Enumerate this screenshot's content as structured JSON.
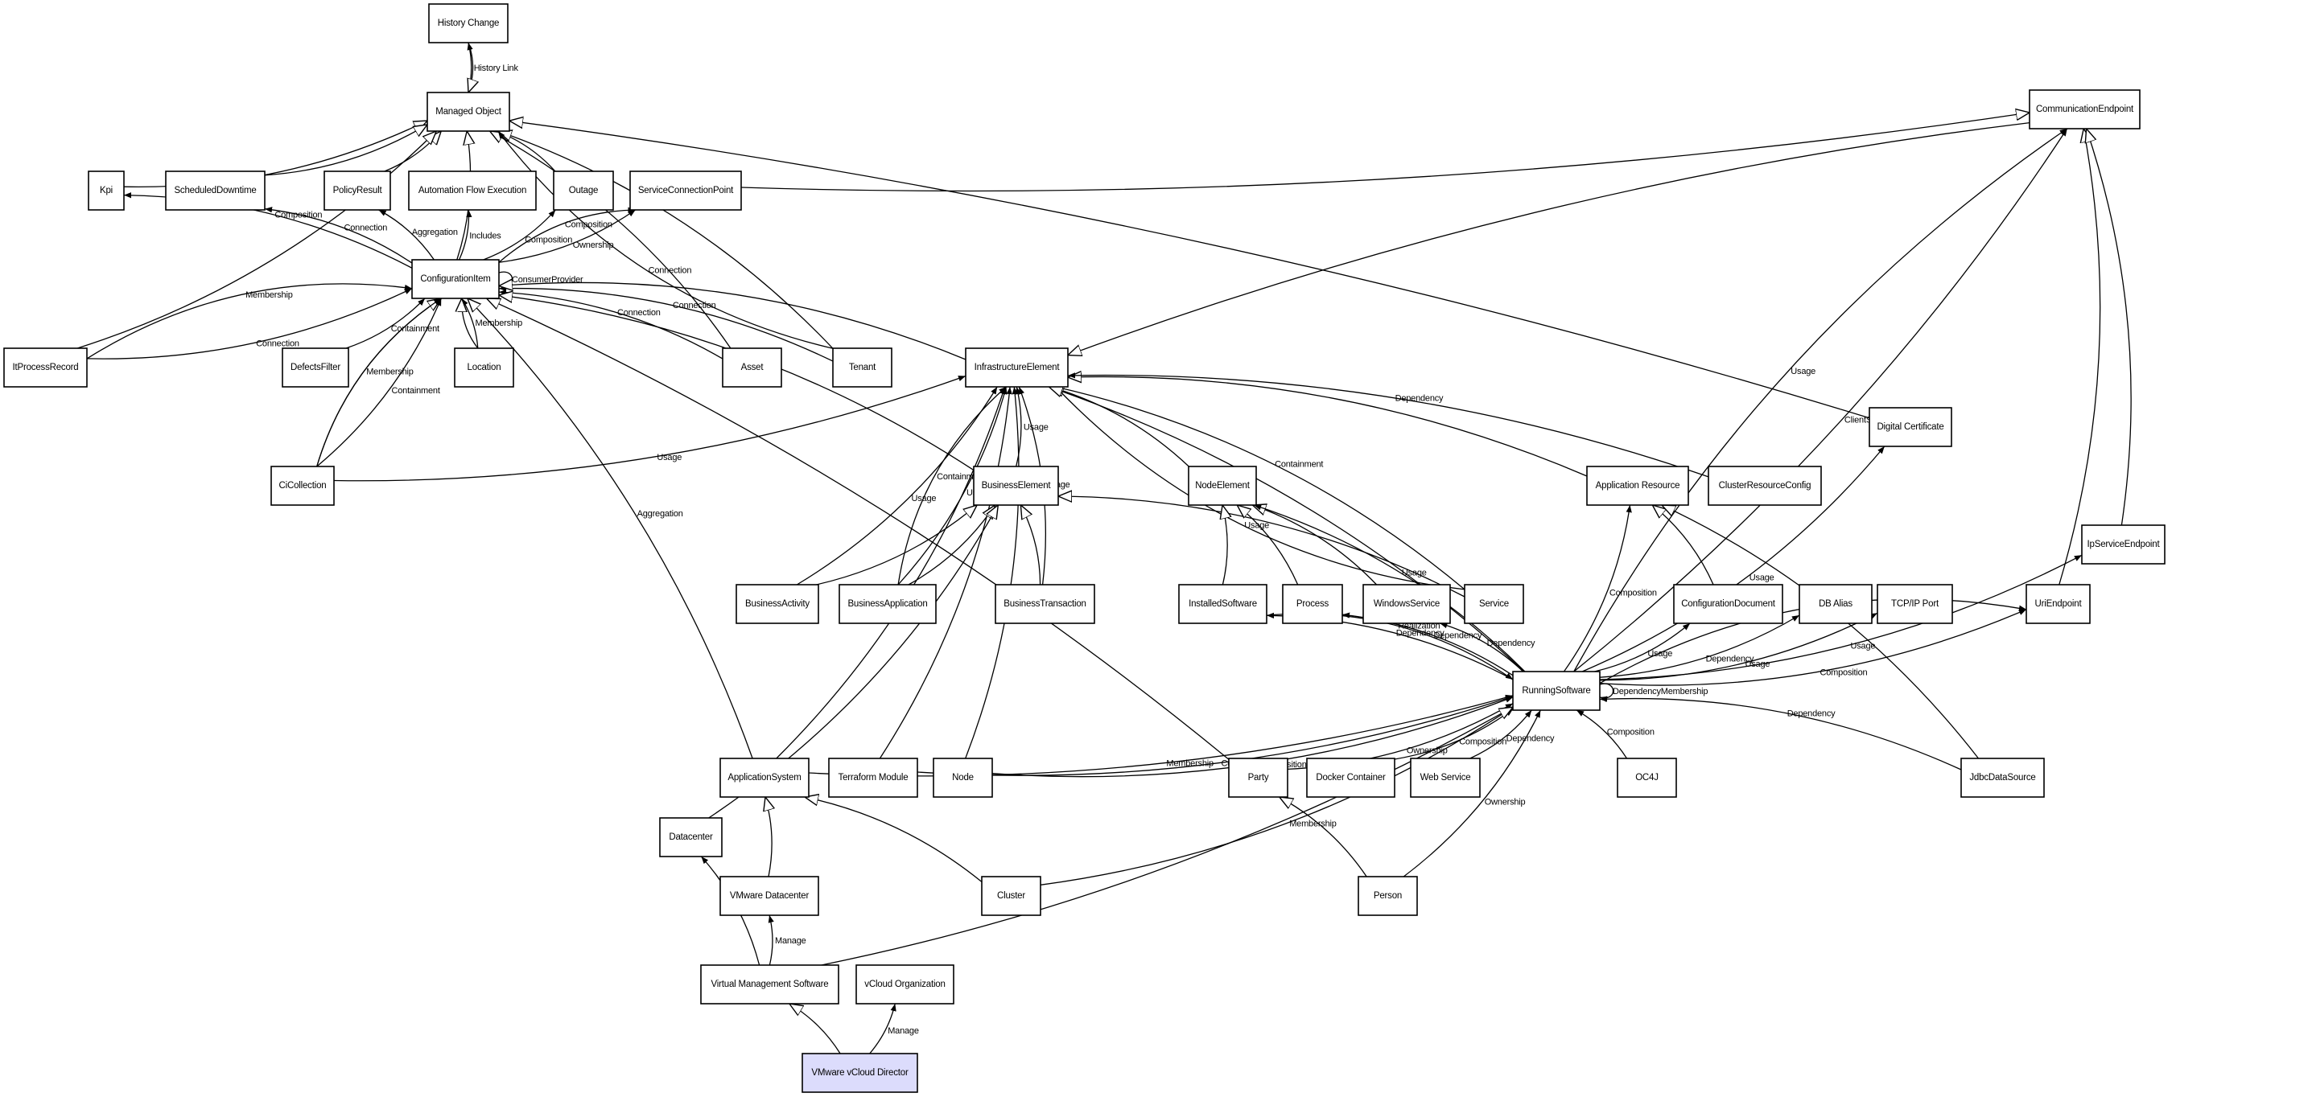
{
  "diagram": {
    "title": "VMware vCloud Director class relationships",
    "highlight_color": "#dcdcfc",
    "nodes": [
      {
        "id": "history_change",
        "label": "History Change"
      },
      {
        "id": "managed_object",
        "label": "Managed Object"
      },
      {
        "id": "kpi",
        "label": "Kpi"
      },
      {
        "id": "scheduled_downtime",
        "label": "ScheduledDowntime"
      },
      {
        "id": "policy_result",
        "label": "PolicyResult"
      },
      {
        "id": "automation_flow_execution",
        "label": "Automation Flow Execution"
      },
      {
        "id": "outage",
        "label": "Outage"
      },
      {
        "id": "service_connection_point",
        "label": "ServiceConnectionPoint"
      },
      {
        "id": "communication_endpoint",
        "label": "CommunicationEndpoint"
      },
      {
        "id": "configuration_item",
        "label": "ConfigurationItem"
      },
      {
        "id": "it_process_record",
        "label": "ItProcessRecord"
      },
      {
        "id": "defects_filter",
        "label": "DefectsFilter"
      },
      {
        "id": "location",
        "label": "Location"
      },
      {
        "id": "asset",
        "label": "Asset"
      },
      {
        "id": "tenant",
        "label": "Tenant"
      },
      {
        "id": "infrastructure_element",
        "label": "InfrastructureElement"
      },
      {
        "id": "digital_certificate",
        "label": "Digital Certificate"
      },
      {
        "id": "ci_collection",
        "label": "CiCollection"
      },
      {
        "id": "business_element",
        "label": "BusinessElement"
      },
      {
        "id": "node_element",
        "label": "NodeElement"
      },
      {
        "id": "application_resource",
        "label": "Application Resource"
      },
      {
        "id": "cluster_resource_config",
        "label": "ClusterResourceConfig"
      },
      {
        "id": "ip_service_endpoint",
        "label": "IpServiceEndpoint"
      },
      {
        "id": "business_activity",
        "label": "BusinessActivity"
      },
      {
        "id": "business_application",
        "label": "BusinessApplication"
      },
      {
        "id": "business_transaction",
        "label": "BusinessTransaction"
      },
      {
        "id": "installed_software",
        "label": "InstalledSoftware"
      },
      {
        "id": "process",
        "label": "Process"
      },
      {
        "id": "windows_service",
        "label": "WindowsService"
      },
      {
        "id": "service",
        "label": "Service"
      },
      {
        "id": "configuration_document",
        "label": "ConfigurationDocument"
      },
      {
        "id": "db_alias",
        "label": "DB Alias"
      },
      {
        "id": "tcpip_port",
        "label": "TCP/IP Port"
      },
      {
        "id": "uri_endpoint",
        "label": "UriEndpoint"
      },
      {
        "id": "running_software",
        "label": "RunningSoftware"
      },
      {
        "id": "application_system",
        "label": "ApplicationSystem"
      },
      {
        "id": "terraform_module",
        "label": "Terraform Module"
      },
      {
        "id": "node",
        "label": "Node"
      },
      {
        "id": "party",
        "label": "Party"
      },
      {
        "id": "docker_container",
        "label": "Docker Container"
      },
      {
        "id": "web_service",
        "label": "Web Service"
      },
      {
        "id": "oc4j",
        "label": "OC4J"
      },
      {
        "id": "jdbc_data_source",
        "label": "JdbcDataSource"
      },
      {
        "id": "datacenter",
        "label": "Datacenter"
      },
      {
        "id": "vmware_datacenter",
        "label": "VMware Datacenter"
      },
      {
        "id": "cluster",
        "label": "Cluster"
      },
      {
        "id": "person",
        "label": "Person"
      },
      {
        "id": "virtual_management_software",
        "label": "Virtual Management Software"
      },
      {
        "id": "vcloud_organization",
        "label": "vCloud Organization"
      },
      {
        "id": "vmware_vcloud_director",
        "label": "VMware vCloud Director",
        "highlight": true
      }
    ],
    "edges": [
      {
        "from": "managed_object",
        "to": "history_change",
        "label": "History Link",
        "kind": "assoc"
      },
      {
        "from": "history_change",
        "to": "managed_object",
        "label": "",
        "kind": "inherit"
      },
      {
        "from": "kpi",
        "to": "managed_object",
        "label": "",
        "kind": "inherit"
      },
      {
        "from": "scheduled_downtime",
        "to": "managed_object",
        "label": "",
        "kind": "inherit"
      },
      {
        "from": "policy_result",
        "to": "managed_object",
        "label": "",
        "kind": "inherit"
      },
      {
        "from": "outage",
        "to": "managed_object",
        "label": "",
        "kind": "inherit"
      },
      {
        "from": "it_process_record",
        "to": "managed_object",
        "label": "",
        "kind": "inherit"
      },
      {
        "from": "configuration_item",
        "to": "managed_object",
        "label": "",
        "kind": "inherit"
      },
      {
        "from": "asset",
        "to": "managed_object",
        "label": "",
        "kind": "inherit"
      },
      {
        "from": "tenant",
        "to": "managed_object",
        "label": "",
        "kind": "inherit"
      },
      {
        "from": "digital_certificate",
        "to": "managed_object",
        "label": "",
        "kind": "inherit"
      },
      {
        "from": "service_connection_point",
        "to": "communication_endpoint",
        "label": "",
        "kind": "inherit"
      },
      {
        "from": "communication_endpoint",
        "to": "infrastructure_element",
        "label": "",
        "kind": "inherit"
      },
      {
        "from": "configuration_item",
        "to": "kpi",
        "label": "Composition",
        "kind": "assoc"
      },
      {
        "from": "configuration_item",
        "to": "scheduled_downtime",
        "label": "Connection",
        "kind": "assoc"
      },
      {
        "from": "configuration_item",
        "to": "policy_result",
        "label": "Aggregation",
        "kind": "assoc"
      },
      {
        "from": "configuration_item",
        "to": "automation_flow_execution",
        "label": "Includes",
        "kind": "assoc"
      },
      {
        "from": "configuration_item",
        "to": "outage",
        "label": "Composition",
        "kind": "assoc"
      },
      {
        "from": "configuration_item",
        "to": "service_connection_point",
        "label": "Ownership",
        "kind": "assoc"
      },
      {
        "from": "configuration_item",
        "to": "service_connection_point",
        "label": "Composition",
        "kind": "assoc2"
      },
      {
        "from": "configuration_item",
        "to": "configuration_item",
        "label": "ConsumerProvider",
        "kind": "self"
      },
      {
        "from": "it_process_record",
        "to": "configuration_item",
        "label": "Connection",
        "kind": "assoc"
      },
      {
        "from": "it_process_record",
        "to": "configuration_item",
        "label": "Membership",
        "kind": "assoc2"
      },
      {
        "from": "defects_filter",
        "to": "configuration_item",
        "label": "Containment",
        "kind": "assoc"
      },
      {
        "from": "location",
        "to": "configuration_item",
        "label": "Membership",
        "kind": "assoc"
      },
      {
        "from": "location",
        "to": "configuration_item",
        "label": "",
        "kind": "inherit"
      },
      {
        "from": "ci_collection",
        "to": "configuration_item",
        "label": "Containment",
        "kind": "assoc"
      },
      {
        "from": "ci_collection",
        "to": "configuration_item",
        "label": "",
        "kind": "inherit"
      },
      {
        "from": "ci_collection",
        "to": "configuration_item",
        "label": "Membership",
        "kind": "assoc2"
      },
      {
        "from": "asset",
        "to": "configuration_item",
        "label": "Connection",
        "kind": "assoc"
      },
      {
        "from": "tenant",
        "to": "configuration_item",
        "label": "Connection",
        "kind": "assoc"
      },
      {
        "from": "tenant",
        "to": "managed_object",
        "label": "Connection",
        "kind": "assoc2"
      },
      {
        "from": "infrastructure_element",
        "to": "configuration_item",
        "label": "",
        "kind": "inherit"
      },
      {
        "from": "business_element",
        "to": "configuration_item",
        "label": "",
        "kind": "inherit"
      },
      {
        "from": "application_system",
        "to": "configuration_item",
        "label": "Aggregation",
        "kind": "inherit"
      },
      {
        "from": "party",
        "to": "configuration_item",
        "label": "",
        "kind": "inherit"
      },
      {
        "from": "ci_collection",
        "to": "infrastructure_element",
        "label": "Usage",
        "kind": "assoc"
      },
      {
        "from": "business_element",
        "to": "infrastructure_element",
        "label": "Usage",
        "kind": "assoc"
      },
      {
        "from": "business_activity",
        "to": "infrastructure_element",
        "label": "Usage",
        "kind": "assoc"
      },
      {
        "from": "business_application",
        "to": "infrastructure_element",
        "label": "Usage",
        "kind": "assoc"
      },
      {
        "from": "business_application",
        "to": "infrastructure_element",
        "label": "Containment",
        "kind": "assoc2"
      },
      {
        "from": "business_transaction",
        "to": "infrastructure_element",
        "label": "Usage",
        "kind": "assoc"
      },
      {
        "from": "node_element",
        "to": "infrastructure_element",
        "label": "",
        "kind": "inherit"
      },
      {
        "from": "service",
        "to": "infrastructure_element",
        "label": "Containment",
        "kind": "assoc"
      },
      {
        "from": "service",
        "to": "infrastructure_element",
        "label": "Usage",
        "kind": "assoc2"
      },
      {
        "from": "running_software",
        "to": "infrastructure_element",
        "label": "",
        "kind": "inherit"
      },
      {
        "from": "application_resource",
        "to": "infrastructure_element",
        "label": "",
        "kind": "inherit"
      },
      {
        "from": "cluster_resource_config",
        "to": "infrastructure_element",
        "label": "Dependency",
        "kind": "assoc"
      },
      {
        "from": "application_system",
        "to": "infrastructure_element",
        "label": "",
        "kind": "assoc"
      },
      {
        "from": "terraform_module",
        "to": "infrastructure_element",
        "label": "",
        "kind": "assoc"
      },
      {
        "from": "node",
        "to": "infrastructure_element",
        "label": "",
        "kind": "assoc"
      },
      {
        "from": "business_activity",
        "to": "business_element",
        "label": "",
        "kind": "inherit"
      },
      {
        "from": "business_application",
        "to": "business_element",
        "label": "",
        "kind": "inherit"
      },
      {
        "from": "business_transaction",
        "to": "business_element",
        "label": "",
        "kind": "inherit"
      },
      {
        "from": "service",
        "to": "business_element",
        "label": "",
        "kind": "inherit"
      },
      {
        "from": "datacenter",
        "to": "business_element",
        "label": "",
        "kind": "inherit"
      },
      {
        "from": "installed_software",
        "to": "node_element",
        "label": "",
        "kind": "inherit"
      },
      {
        "from": "process",
        "to": "node_element",
        "label": "",
        "kind": "inherit"
      },
      {
        "from": "windows_service",
        "to": "node_element",
        "label": "",
        "kind": "inherit"
      },
      {
        "from": "running_software",
        "to": "node_element",
        "label": "Usage",
        "kind": "assoc"
      },
      {
        "from": "configuration_document",
        "to": "application_resource",
        "label": "",
        "kind": "inherit"
      },
      {
        "from": "running_software",
        "to": "application_resource",
        "label": "Composition",
        "kind": "assoc"
      },
      {
        "from": "jdbc_data_source",
        "to": "application_resource",
        "label": "",
        "kind": "inherit"
      },
      {
        "from": "running_software",
        "to": "digital_certificate",
        "label": "Usage",
        "kind": "assoc"
      },
      {
        "from": "uri_endpoint",
        "to": "communication_endpoint",
        "label": "",
        "kind": "inherit"
      },
      {
        "from": "ip_service_endpoint",
        "to": "communication_endpoint",
        "label": "",
        "kind": "inherit"
      },
      {
        "from": "running_software",
        "to": "communication_endpoint",
        "label": "ClientServer",
        "kind": "assoc"
      },
      {
        "from": "running_software",
        "to": "communication_endpoint",
        "label": "Usage",
        "kind": "assoc2"
      },
      {
        "from": "running_software",
        "to": "ip_service_endpoint",
        "label": "Usage",
        "kind": "assoc"
      },
      {
        "from": "running_software",
        "to": "uri_endpoint",
        "label": "Composition",
        "kind": "assoc"
      },
      {
        "from": "running_software",
        "to": "uri_endpoint",
        "label": "ClientServer",
        "kind": "assoc2"
      },
      {
        "from": "running_software",
        "to": "installed_software",
        "label": "Dependency",
        "kind": "assoc"
      },
      {
        "from": "installed_software",
        "to": "running_software",
        "label": "Realization",
        "kind": "assoc"
      },
      {
        "from": "running_software",
        "to": "process",
        "label": "Dependency",
        "kind": "assoc"
      },
      {
        "from": "running_software",
        "to": "windows_service",
        "label": "Dependency",
        "kind": "assoc"
      },
      {
        "from": "running_software",
        "to": "configuration_document",
        "label": "Usage",
        "kind": "assoc"
      },
      {
        "from": "running_software",
        "to": "db_alias",
        "label": "Dependency",
        "kind": "assoc"
      },
      {
        "from": "running_software",
        "to": "tcpip_port",
        "label": "Usage",
        "kind": "assoc"
      },
      {
        "from": "running_software",
        "to": "running_software",
        "label": "DependencyMembership",
        "kind": "self"
      },
      {
        "from": "application_system",
        "to": "running_software",
        "label": "Membership",
        "kind": "assoc"
      },
      {
        "from": "terraform_module",
        "to": "running_software",
        "label": "Containment",
        "kind": "assoc"
      },
      {
        "from": "node",
        "to": "running_software",
        "label": "Composition",
        "kind": "assoc"
      },
      {
        "from": "cluster",
        "to": "running_software",
        "label": "Membership",
        "kind": "assoc"
      },
      {
        "from": "party",
        "to": "running_software",
        "label": "Ownership",
        "kind": "assoc"
      },
      {
        "from": "docker_container",
        "to": "running_software",
        "label": "Composition",
        "kind": "assoc"
      },
      {
        "from": "web_service",
        "to": "running_software",
        "label": "Dependency",
        "kind": "assoc"
      },
      {
        "from": "person",
        "to": "running_software",
        "label": "Ownership",
        "kind": "assoc"
      },
      {
        "from": "oc4j",
        "to": "running_software",
        "label": "Composition",
        "kind": "assoc"
      },
      {
        "from": "jdbc_data_source",
        "to": "running_software",
        "label": "Dependency",
        "kind": "assoc"
      },
      {
        "from": "virtual_management_software",
        "to": "running_software",
        "label": "",
        "kind": "inherit"
      },
      {
        "from": "vmware_datacenter",
        "to": "application_system",
        "label": "",
        "kind": "inherit"
      },
      {
        "from": "cluster",
        "to": "application_system",
        "label": "",
        "kind": "inherit"
      },
      {
        "from": "person",
        "to": "party",
        "label": "",
        "kind": "inherit"
      },
      {
        "from": "virtual_management_software",
        "to": "datacenter",
        "label": "Manage",
        "kind": "assoc"
      },
      {
        "from": "virtual_management_software",
        "to": "vmware_datacenter",
        "label": "Manage",
        "kind": "assoc"
      },
      {
        "from": "vmware_vcloud_director",
        "to": "virtual_management_software",
        "label": "",
        "kind": "inherit"
      },
      {
        "from": "vmware_vcloud_director",
        "to": "vcloud_organization",
        "label": "Manage",
        "kind": "assoc"
      }
    ]
  }
}
